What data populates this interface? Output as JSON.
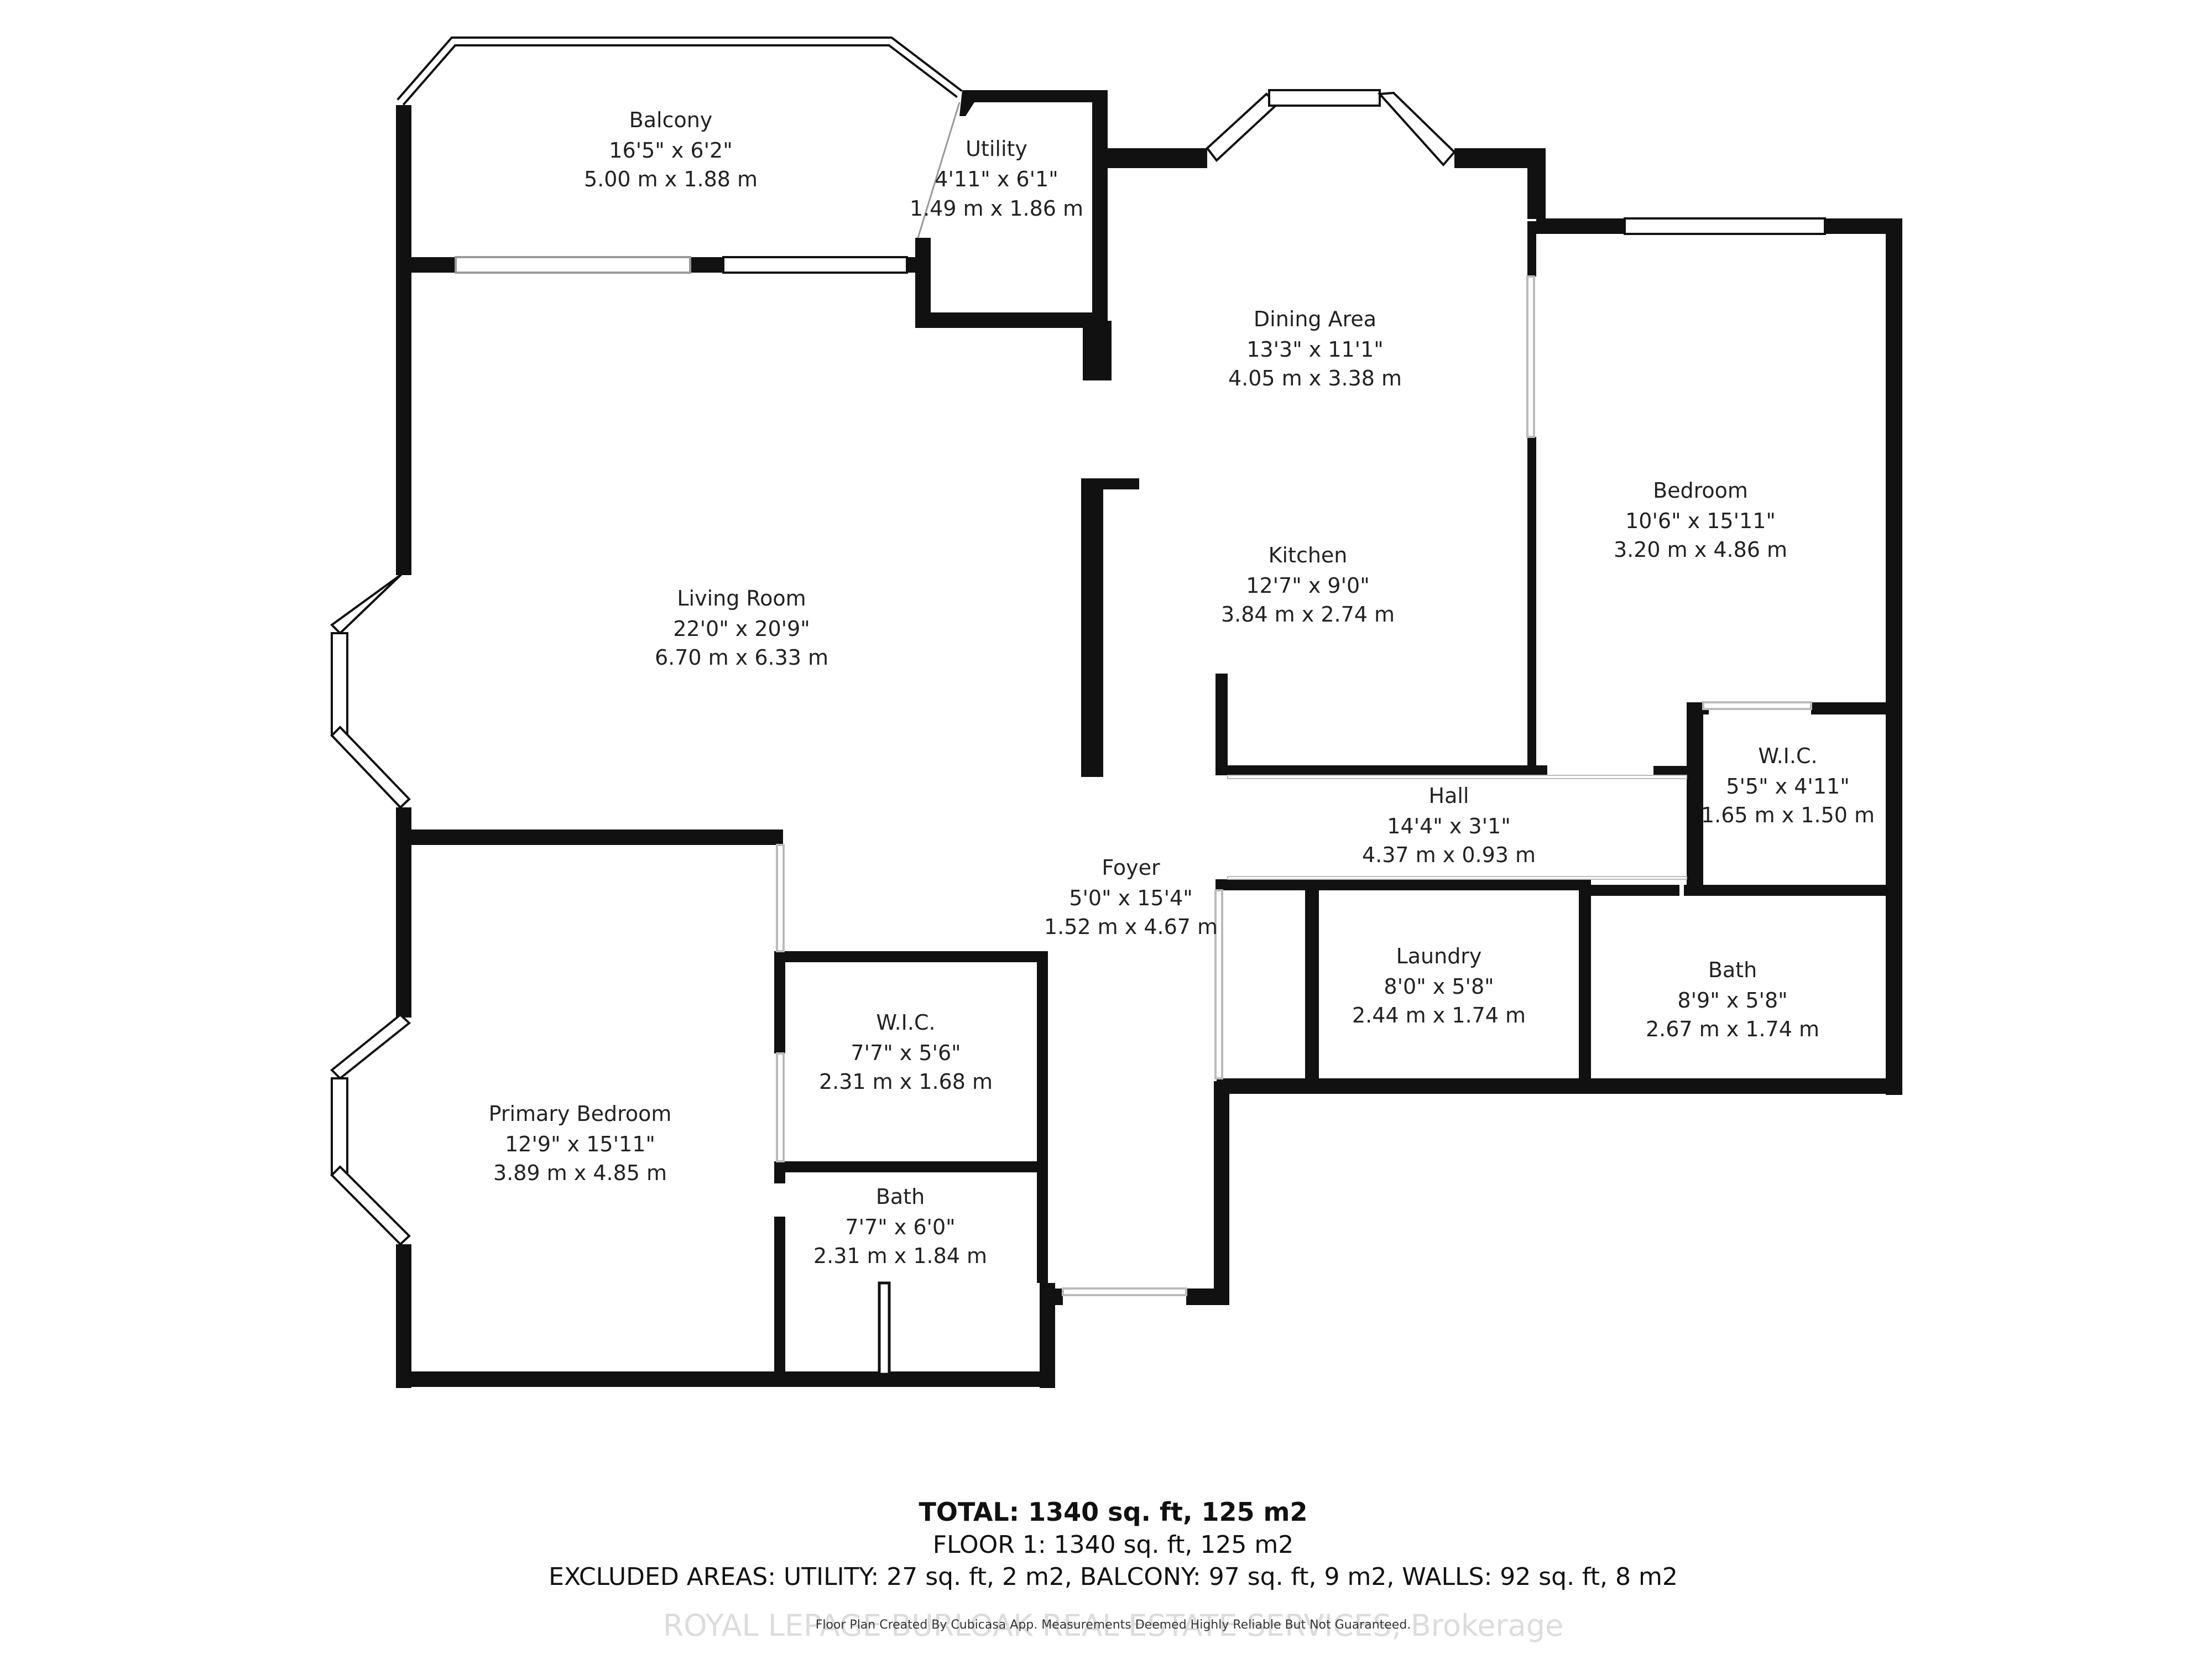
{
  "rooms": {
    "balcony": {
      "name": "Balcony",
      "imperial": "16'5\" x 6'2\"",
      "metric": "5.00 m x 1.88 m"
    },
    "utility": {
      "name": "Utility",
      "imperial": "4'11\" x 6'1\"",
      "metric": "1.49 m x 1.86 m"
    },
    "dining": {
      "name": "Dining Area",
      "imperial": "13'3\" x 11'1\"",
      "metric": "4.05 m x 3.38 m"
    },
    "bedroom": {
      "name": "Bedroom",
      "imperial": "10'6\" x 15'11\"",
      "metric": "3.20 m x 4.86 m"
    },
    "kitchen": {
      "name": "Kitchen",
      "imperial": "12'7\" x 9'0\"",
      "metric": "3.84 m x 2.74 m"
    },
    "living": {
      "name": "Living Room",
      "imperial": "22'0\" x 20'9\"",
      "metric": "6.70 m x 6.33 m"
    },
    "wic_bedroom": {
      "name": "W.I.C.",
      "imperial": "5'5\" x 4'11\"",
      "metric": "1.65 m x 1.50 m"
    },
    "hall": {
      "name": "Hall",
      "imperial": "14'4\" x 3'1\"",
      "metric": "4.37 m x 0.93 m"
    },
    "foyer": {
      "name": "Foyer",
      "imperial": "5'0\" x 15'4\"",
      "metric": "1.52 m x 4.67 m"
    },
    "laundry": {
      "name": "Laundry",
      "imperial": "8'0\" x 5'8\"",
      "metric": "2.44 m x 1.74 m"
    },
    "bath_main": {
      "name": "Bath",
      "imperial": "8'9\" x 5'8\"",
      "metric": "2.67 m x 1.74 m"
    },
    "wic_primary": {
      "name": "W.I.C.",
      "imperial": "7'7\" x 5'6\"",
      "metric": "2.31 m x 1.68 m"
    },
    "primary_bedroom": {
      "name": "Primary Bedroom",
      "imperial": "12'9\" x 15'11\"",
      "metric": "3.89 m x 4.85 m"
    },
    "bath_ensuite": {
      "name": "Bath",
      "imperial": "7'7\" x 6'0\"",
      "metric": "2.31 m x 1.84 m"
    }
  },
  "summary": {
    "total": "TOTAL: 1340 sq. ft, 125 m2",
    "floor": "FLOOR 1: 1340 sq. ft, 125 m2",
    "excluded": "EXCLUDED AREAS: UTILITY: 27 sq. ft, 2 m2, BALCONY: 97 sq. ft, 9 m2, WALLS: 92 sq. ft, 8 m2"
  },
  "credit": "Floor Plan Created By Cubicasa App. Measurements Deemed Highly Reliable But Not Guaranteed.",
  "watermark": "ROYAL LEPAGE BURLOAK REAL ESTATE SERVICES, Brokerage",
  "colors": {
    "wall": "#111111",
    "window": "#ffffff",
    "background": "#ffffff",
    "watermark": "#dcdcdc"
  }
}
